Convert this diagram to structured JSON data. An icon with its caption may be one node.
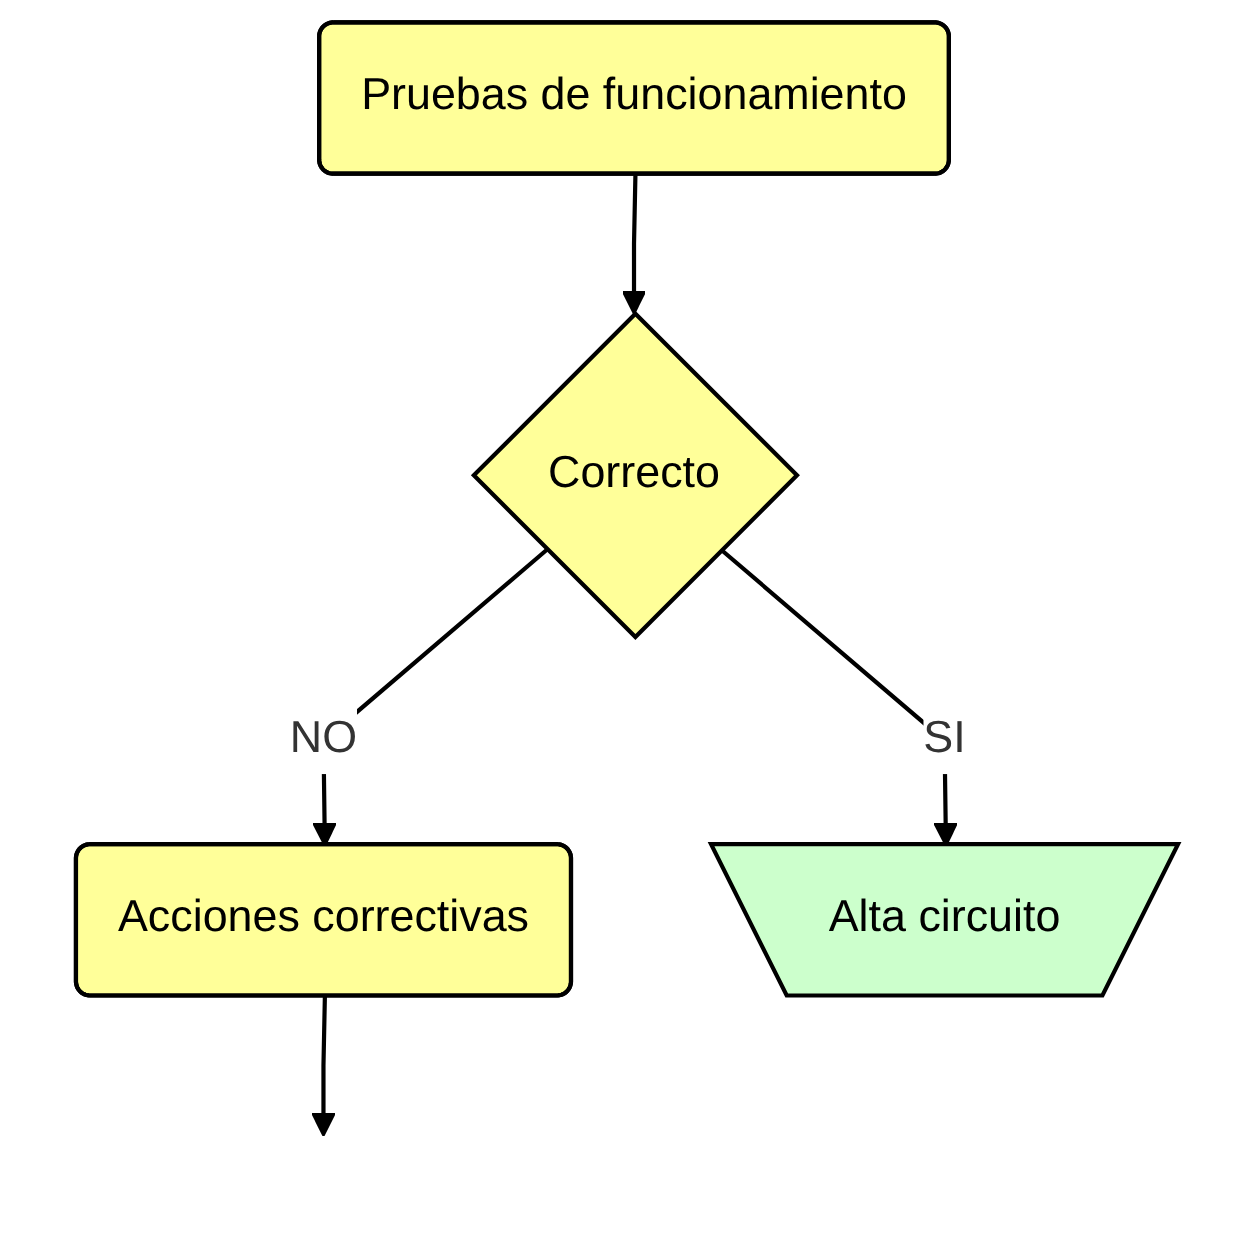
{
  "diagram": {
    "nodes": [
      {
        "text": [
          "Pruebas de funcionamiento"
        ]
      },
      {
        "text": [
          "Acciones correctivas"
        ]
      },
      {
        "text": [
          "Correcto"
        ]
      },
      {
        "text": [
          "Alta circuito"
        ]
      }
    ],
    "edges": [
      {
        "from": 0,
        "to": 2,
        "arrow": "to"
      },
      {
        "from": 2,
        "to": 1,
        "arrow": "to",
        "label": "NO"
      },
      {
        "from": 2,
        "to": 3,
        "arrow": "to",
        "label": "SI"
      },
      {
        "from": 1,
        "to": null,
        "arrow": "to"
      }
    ]
  }
}
